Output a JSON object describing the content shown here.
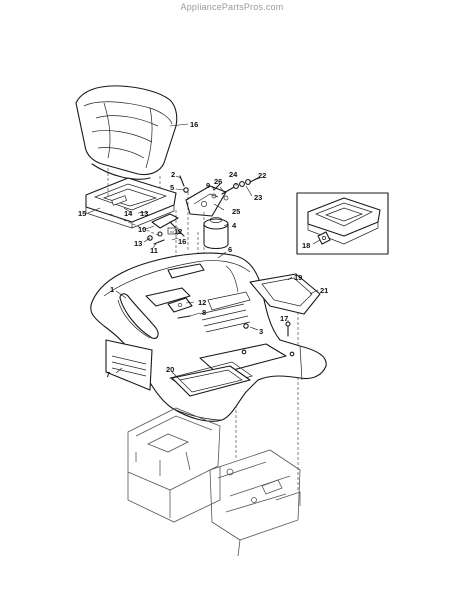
{
  "watermark": "AppliancePartsPros.com",
  "callouts": [
    {
      "id": "c16a",
      "label": "16"
    },
    {
      "id": "c2",
      "label": "2"
    },
    {
      "id": "c5",
      "label": "5"
    },
    {
      "id": "c9",
      "label": "9"
    },
    {
      "id": "c26",
      "label": "26"
    },
    {
      "id": "c24",
      "label": "24"
    },
    {
      "id": "c22",
      "label": "22"
    },
    {
      "id": "c23",
      "label": "23"
    },
    {
      "id": "c25",
      "label": "25"
    },
    {
      "id": "c4",
      "label": "4"
    },
    {
      "id": "c15",
      "label": "15"
    },
    {
      "id": "c14",
      "label": "14"
    },
    {
      "id": "c13a",
      "label": "13"
    },
    {
      "id": "c10",
      "label": "10"
    },
    {
      "id": "c12a",
      "label": "12"
    },
    {
      "id": "c16b",
      "label": "16"
    },
    {
      "id": "c13b",
      "label": "13"
    },
    {
      "id": "c11",
      "label": "11"
    },
    {
      "id": "c6",
      "label": "6"
    },
    {
      "id": "c18",
      "label": "18"
    },
    {
      "id": "c19",
      "label": "19"
    },
    {
      "id": "c21",
      "label": "21"
    },
    {
      "id": "c1",
      "label": "1"
    },
    {
      "id": "c12b",
      "label": "12"
    },
    {
      "id": "c8",
      "label": "8"
    },
    {
      "id": "c3",
      "label": "3"
    },
    {
      "id": "c17",
      "label": "17"
    },
    {
      "id": "c7",
      "label": "7"
    },
    {
      "id": "c20",
      "label": "20"
    }
  ]
}
